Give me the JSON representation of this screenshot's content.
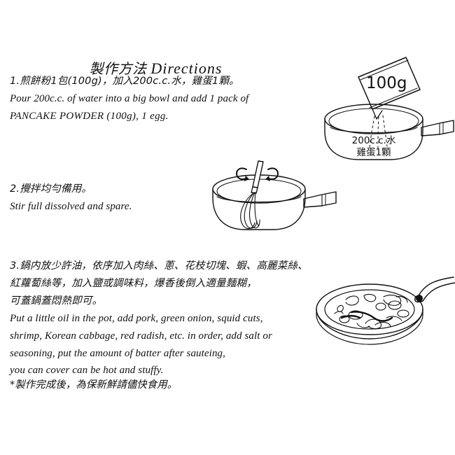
{
  "page": {
    "background": "#ffffff",
    "ink": "#111111"
  },
  "header": {
    "title_cn": "製作方法",
    "title_en": "Directions"
  },
  "steps": [
    {
      "id": "step-1",
      "cn_lines": [
        "1.煎餅粉1包(100g)，加入200c.c.水，雞蛋1顆。"
      ],
      "en_lines": [
        "Pour 200c.c. of water into a big bowl and add 1 pack of",
        "PANCAKE POWDER (100g), 1 egg."
      ]
    },
    {
      "id": "step-2",
      "cn_lines": [
        "2.攪拌均勻備用。"
      ],
      "en_lines": [
        "Stir full dissolved and spare."
      ]
    },
    {
      "id": "step-3",
      "cn_lines": [
        "3.鍋内放少許油，依序加入肉絲、蔥、花枝切塊、蝦、高麗菜絲、",
        "紅蘿蔔絲等，加入鹽或調味料，爆香後倒入適量麵糊，",
        "可蓋鍋蓋悶熱即可。"
      ],
      "en_lines": [
        "Put a little oil in the pot, add pork, green onion, squid cuts,",
        "shrimp, Korean cabbage, red radish, etc. in order, add salt or",
        "seasoning, put the amount of batter after sauteing,",
        "you can cover can be hot and stuffy."
      ]
    }
  ],
  "footnote": "*製作完成後，為保新鮮請儘快食用。",
  "illustrations": {
    "pot_pour": {
      "name": "saucepan-with-powder-packet",
      "packet_label": "100g",
      "pot_label_line1": "200c.c.水",
      "pot_label_line2": "雞蛋1顆"
    },
    "pot_whisk": {
      "name": "saucepan-with-whisk"
    },
    "frying_pan": {
      "name": "frying-pan-with-ingredients"
    }
  }
}
